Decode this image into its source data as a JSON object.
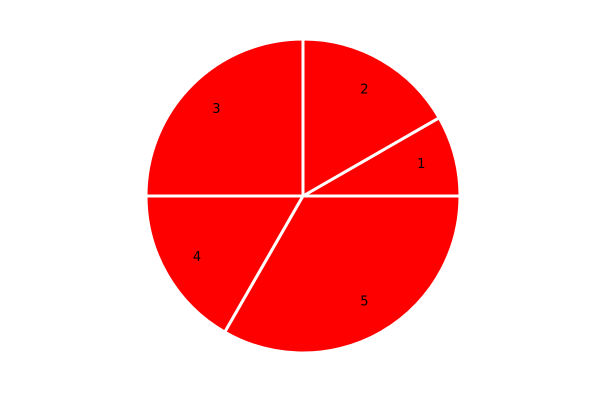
{
  "chart_data": {
    "type": "pie",
    "title": "",
    "categories": [
      "1",
      "2",
      "3",
      "4",
      "5"
    ],
    "values": [
      8.3,
      16.7,
      25,
      16.7,
      33.3
    ],
    "slice_color": "#ff0000",
    "edge_color": "#ffffff",
    "label_color": "#000000",
    "start_angle_deg": 0,
    "direction": "counterclockwise",
    "legend": "none"
  }
}
